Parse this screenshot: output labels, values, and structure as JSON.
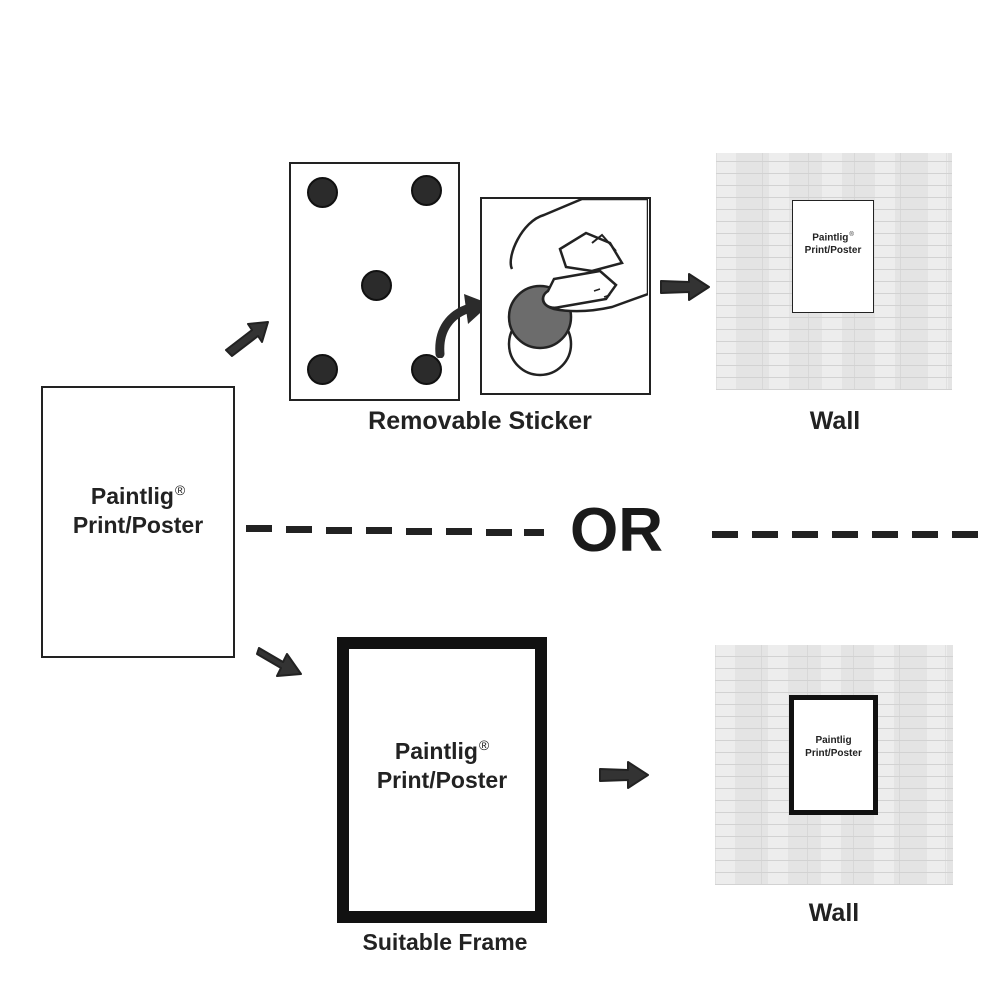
{
  "source_poster": {
    "brand": "Paintlig",
    "reg_mark": "®",
    "subtitle": "Print/Poster"
  },
  "top_path": {
    "sticker_caption": "Removable Sticker",
    "wall_caption": "Wall",
    "wall_poster": {
      "brand": "Paintlig",
      "reg_mark": "®",
      "subtitle": "Print/Poster"
    }
  },
  "divider": {
    "label": "OR"
  },
  "bottom_path": {
    "frame_caption": "Suitable Frame",
    "framed_poster": {
      "brand": "Paintlig",
      "reg_mark": "®",
      "subtitle": "Print/Poster"
    },
    "wall_caption": "Wall",
    "wall_poster": {
      "brand": "Paintlig",
      "subtitle": "Print/Poster"
    }
  }
}
